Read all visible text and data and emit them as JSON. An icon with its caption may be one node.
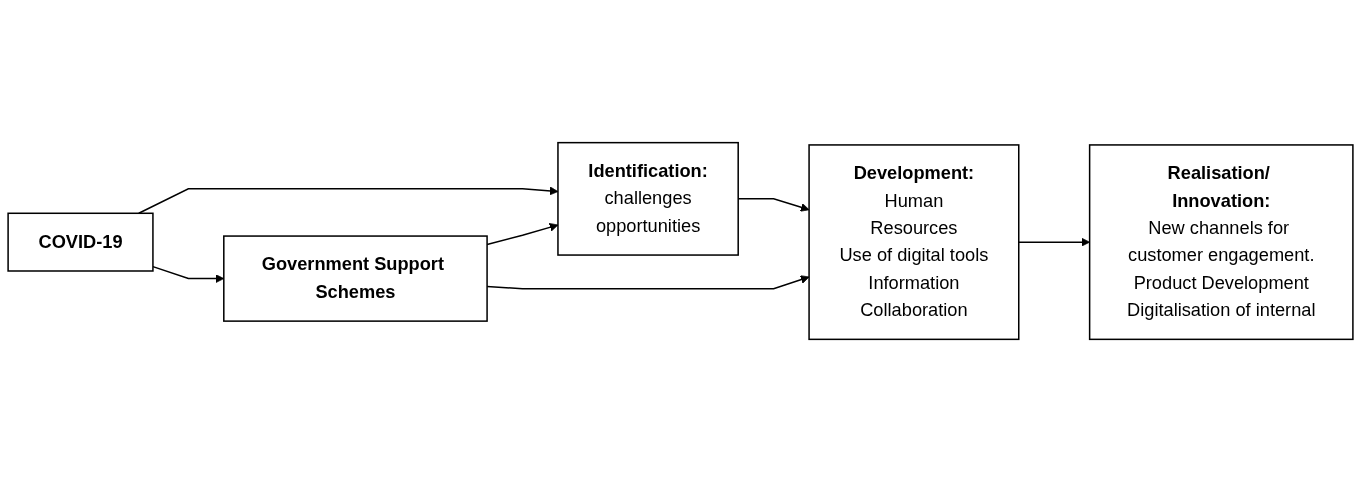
{
  "diagram": {
    "nodes": [
      {
        "text": [
          "COVID-19"
        ]
      },
      {
        "text": [
          "Identification:",
          "challenges",
          "opportunities"
        ]
      },
      {
        "text": [
          "Development:",
          "Human",
          "Resources",
          "Use of digital tools",
          "Information",
          "Collaboration"
        ]
      },
      {
        "text": [
          "Realisation/ Innovation:",
          "New channels for customer engagement.",
          "Product Development",
          "Digitalisation of internal"
        ]
      },
      {
        "text": [
          "Government Support Schemes"
        ]
      }
    ],
    "edges": [
      {
        "from": 0,
        "to": 1,
        "arrow": "to"
      },
      {
        "from": 1,
        "to": 2,
        "arrow": "to"
      },
      {
        "from": 2,
        "to": 3,
        "arrow": "to"
      },
      {
        "from": 0,
        "to": 4,
        "arrow": "to"
      },
      {
        "from": 4,
        "to": 1,
        "arrow": "to"
      },
      {
        "from": 4,
        "to": 2,
        "arrow": "to"
      }
    ]
  }
}
